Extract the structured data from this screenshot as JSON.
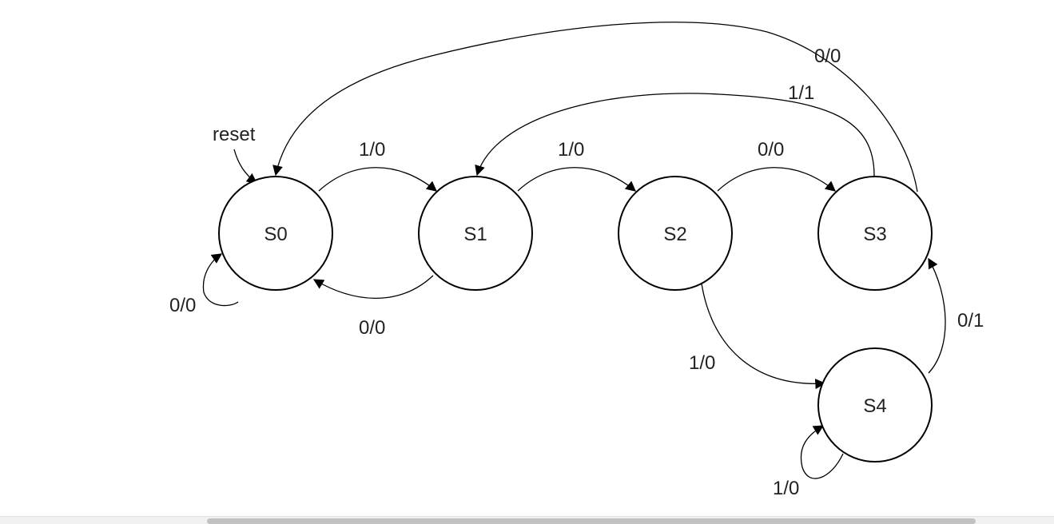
{
  "diagram": {
    "reset_label": "reset",
    "states": [
      {
        "id": "S0",
        "label": "S0"
      },
      {
        "id": "S1",
        "label": "S1"
      },
      {
        "id": "S2",
        "label": "S2"
      },
      {
        "id": "S3",
        "label": "S3"
      },
      {
        "id": "S4",
        "label": "S4"
      }
    ],
    "transitions": [
      {
        "from": "S0",
        "to": "S0",
        "label": "0/0"
      },
      {
        "from": "S0",
        "to": "S1",
        "label": "1/0"
      },
      {
        "from": "S1",
        "to": "S0",
        "label": "0/0"
      },
      {
        "from": "S1",
        "to": "S2",
        "label": "1/0"
      },
      {
        "from": "S2",
        "to": "S3",
        "label": "0/0"
      },
      {
        "from": "S2",
        "to": "S4",
        "label": "1/0"
      },
      {
        "from": "S3",
        "to": "S1",
        "label": "1/1"
      },
      {
        "from": "S3",
        "to": "S0",
        "label": "0/0"
      },
      {
        "from": "S4",
        "to": "S3",
        "label": "0/1"
      },
      {
        "from": "S4",
        "to": "S4",
        "label": "1/0"
      }
    ]
  },
  "colors": {
    "stroke": "#000000",
    "text": "#222222",
    "background": "#ffffff",
    "scrollbar_track": "#f1f1f1",
    "scrollbar_thumb": "#c1c1c1"
  }
}
